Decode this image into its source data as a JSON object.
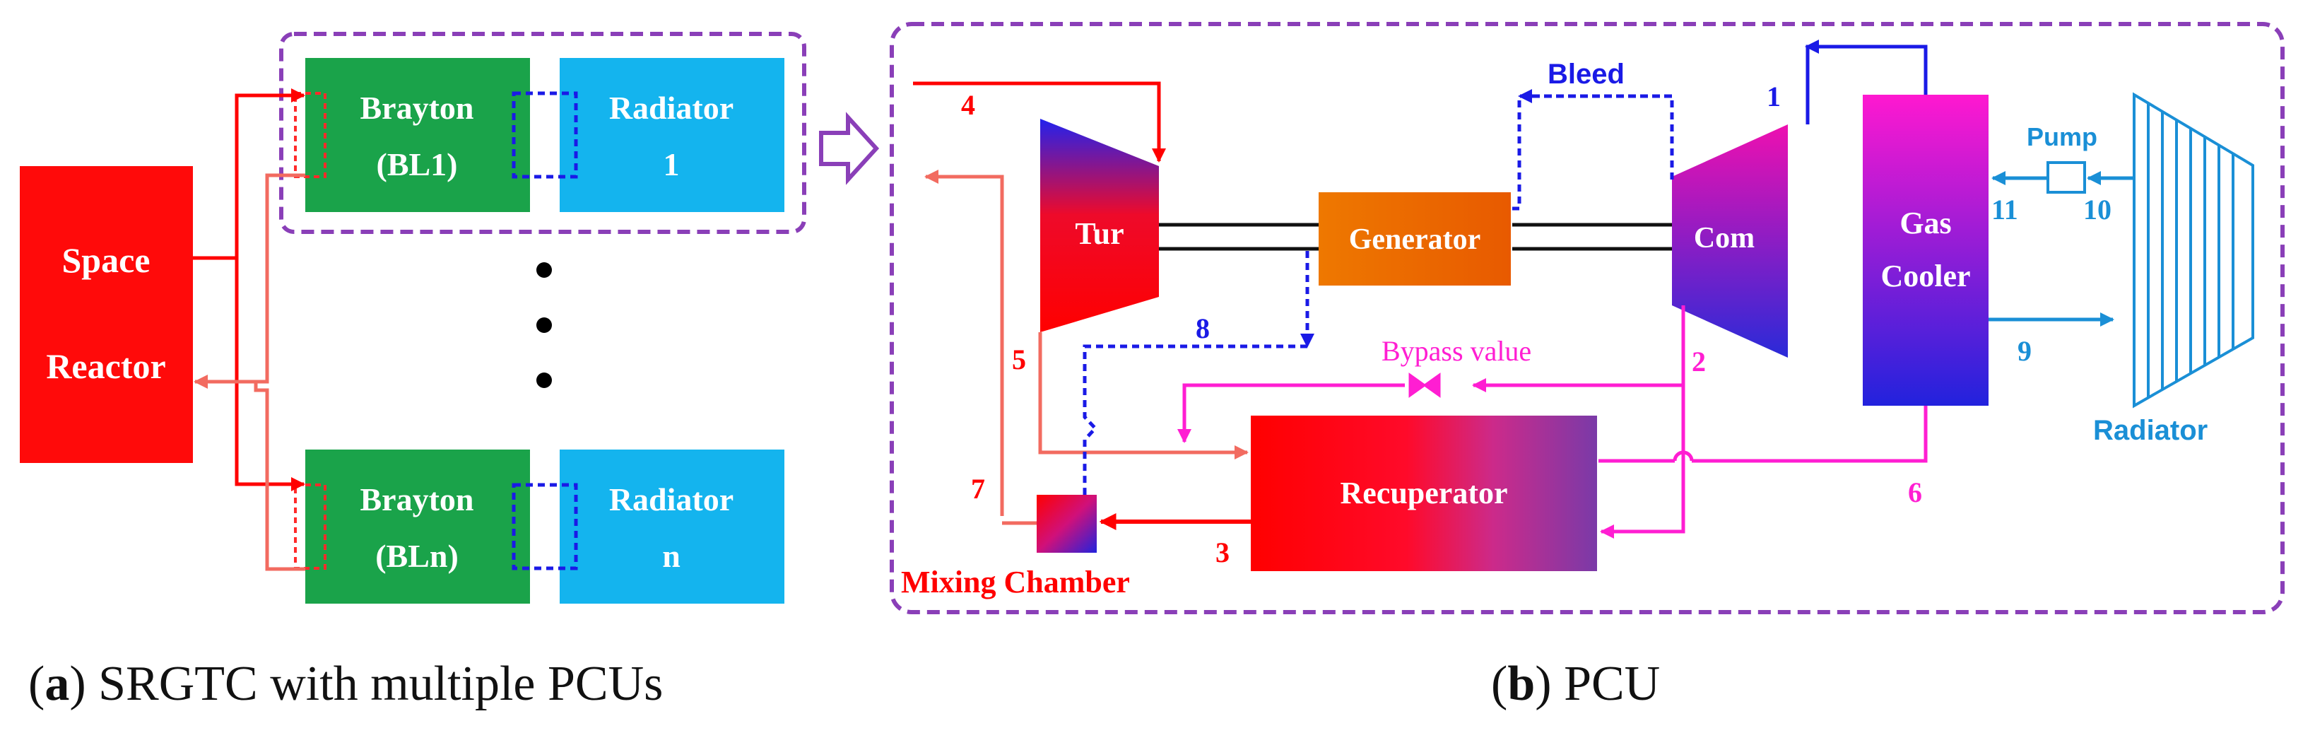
{
  "panel_a": {
    "reactor": {
      "line1": "Space",
      "line2": "Reactor"
    },
    "brayton_top": {
      "line1": "Brayton",
      "line2": "(BL1)"
    },
    "radiator_top": {
      "line1": "Radiator",
      "line2": "1"
    },
    "brayton_bottom": {
      "line1": "Brayton",
      "line2": "(BLn)"
    },
    "radiator_bottom": {
      "line1": "Radiator",
      "line2": "n"
    },
    "caption": {
      "letter": "a",
      "text": "SRGTC with multiple PCUs"
    }
  },
  "panel_b": {
    "turbine": "Tur",
    "generator": "Generator",
    "compressor": "Com",
    "gas_cooler": {
      "line1": "Gas",
      "line2": "Cooler"
    },
    "recuperator": "Recuperator",
    "mixing_chamber": "Mixing Chamber",
    "radiator": "Radiator",
    "pump": "Pump",
    "bleed": "Bleed",
    "bypass": "Bypass value",
    "state_points": {
      "p1": "1",
      "p2": "2",
      "p3": "3",
      "p4": "4",
      "p5": "5",
      "p6": "6",
      "p7": "7",
      "p8": "8",
      "p9": "9",
      "p10": "10",
      "p11": "11"
    },
    "caption": {
      "letter": "b",
      "text": "PCU"
    }
  },
  "colors": {
    "red": "#ff0000",
    "salmon": "#f26b60",
    "magenta": "#ff1ed2",
    "blue": "#1a1ae6",
    "cyan_blue": "#1a8fd6",
    "purple_dash": "#8a3fb8",
    "green": "#1aa34a",
    "sky": "#14b4ee",
    "orange": "#ee6a00"
  }
}
